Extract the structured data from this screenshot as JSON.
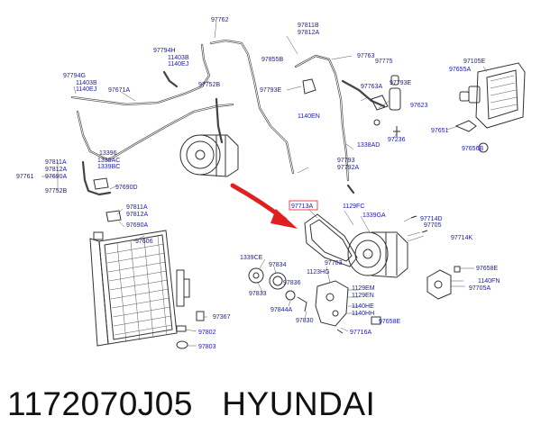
{
  "footer": {
    "part_number": "1172070J05",
    "brand": "HYUNDAI"
  },
  "labels": [
    "97762",
    "97811B",
    "97812A",
    "97794H",
    "11403B",
    "1140EJ",
    "97855B",
    "97763",
    "97775",
    "97105E",
    "97655A",
    "97794G",
    "11403B",
    "1140EJ",
    "97671A",
    "97752B",
    "97793E",
    "97763A",
    "97793E",
    "97623",
    "1140EN",
    "97651",
    "1338AD",
    "97236",
    "97656B",
    "13396",
    "1339AC",
    "1339BC",
    "97811A",
    "97812A",
    "97690A",
    "97761",
    "97752B",
    "97690D",
    "97793",
    "97792A",
    "97713A",
    "1129FC",
    "1339GA",
    "97714D",
    "97705",
    "97811A",
    "97812A",
    "97690A",
    "97606",
    "97714K",
    "1339CE",
    "97834",
    "97703",
    "1123HG",
    "97658E",
    "1140FN",
    "97705A",
    "97833",
    "97836",
    "1129EM",
    "1129EN",
    "97844A",
    "1140HE",
    "1140HH",
    "97830",
    "97658E",
    "97367",
    "97802",
    "97716A",
    "97803"
  ],
  "highlight": {
    "label": "97713A",
    "color": "#e02020"
  },
  "colors": {
    "label_text": "#1a1aa6",
    "line": "#333333"
  }
}
